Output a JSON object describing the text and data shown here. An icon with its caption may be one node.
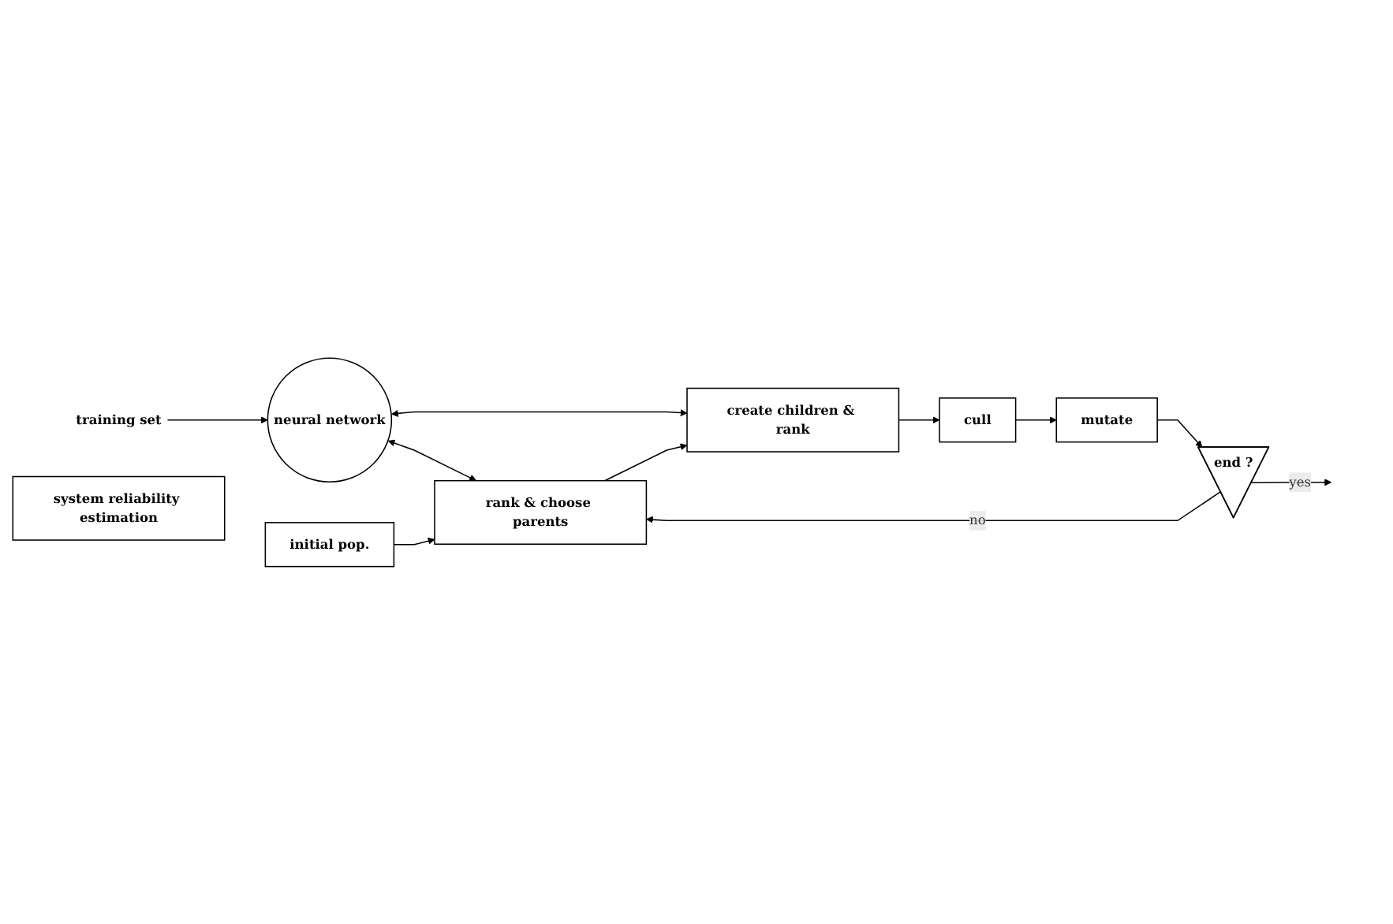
{
  "diagram": {
    "nodes": [
      {
        "text": [
          "neural network"
        ]
      },
      {
        "text": [
          "training set"
        ]
      },
      {
        "text": [
          "system reliability estimation"
        ]
      },
      {
        "text": [
          "initial pop."
        ]
      },
      {
        "text": [
          "rank & choose parents"
        ]
      },
      {
        "text": [
          "create children & rank"
        ]
      },
      {
        "text": [
          "cull"
        ]
      },
      {
        "text": [
          "mutate"
        ]
      },
      {
        "text": [
          "end ?"
        ]
      }
    ],
    "edges": [
      {
        "from": 1,
        "to": 0,
        "arrow": "to"
      },
      {
        "from": 0,
        "to": 4,
        "arrow": "both"
      },
      {
        "from": 0,
        "to": 5,
        "arrow": "both"
      },
      {
        "from": 3,
        "to": 4,
        "arrow": "to"
      },
      {
        "from": 4,
        "to": 5,
        "arrow": "to"
      },
      {
        "from": 5,
        "to": 6,
        "arrow": "to"
      },
      {
        "from": 6,
        "to": 7,
        "arrow": "to"
      },
      {
        "from": 7,
        "to": 8,
        "arrow": "to"
      },
      {
        "from": 8,
        "to": 4,
        "arrow": "to",
        "label": "no"
      },
      {
        "from": 8,
        "to": null,
        "arrow": "to",
        "label": "yes"
      }
    ]
  }
}
